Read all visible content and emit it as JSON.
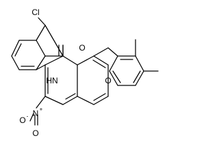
{
  "atoms": {
    "chlorine": "Cl",
    "carbonyl_oxygen": "O",
    "ring_nitrogen": "HN",
    "ether_oxygen": "O",
    "nitro_nitrogen": "N",
    "nitro_nitrogen_charge": "+",
    "nitro_oxygen_upper": "O",
    "nitro_oxygen_lower": "O",
    "nitro_oxygen_lower_charge": "-"
  },
  "colors": {
    "bond": "#000000",
    "atom_text": "#000000",
    "background": "#ffffff"
  }
}
